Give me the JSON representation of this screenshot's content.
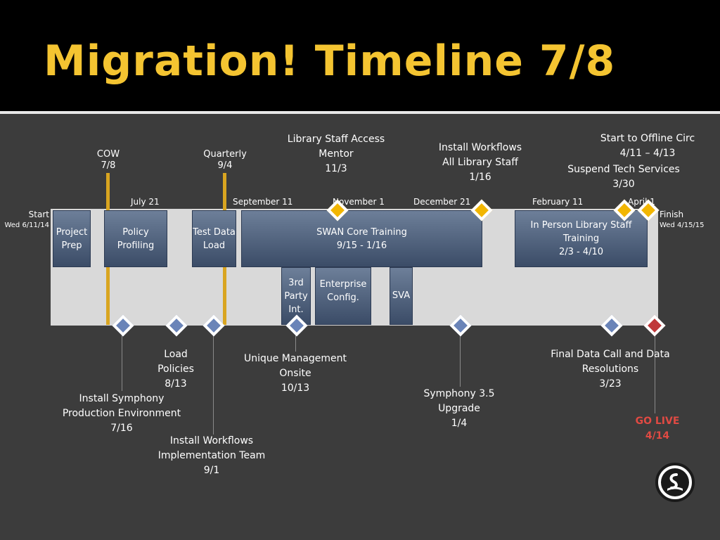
{
  "title": "Migration! Timeline 7/8",
  "start": {
    "label": "Start",
    "date": "Wed 6/11/14"
  },
  "finish": {
    "label": "Finish",
    "date": "Wed 4/15/15"
  },
  "ticks": [
    "July 21",
    "September 11",
    "November 1",
    "December 21",
    "February 11",
    "April 1"
  ],
  "bars": [
    {
      "id": "project-prep",
      "lines": [
        "Project",
        "Prep"
      ]
    },
    {
      "id": "policy-profiling",
      "lines": [
        "Policy",
        "Profiling"
      ]
    },
    {
      "id": "test-data-load",
      "lines": [
        "Test Data",
        "Load"
      ]
    },
    {
      "id": "swan-core-training",
      "lines": [
        "SWAN Core Training",
        "9/15 - 1/16"
      ]
    },
    {
      "id": "in-person-training",
      "lines": [
        "In Person Library Staff",
        "Training",
        "2/3 - 4/10"
      ]
    },
    {
      "id": "third-party",
      "lines": [
        "3rd",
        "Party",
        "Int."
      ]
    },
    {
      "id": "enterprise-config",
      "lines": [
        "Enterprise",
        "Config."
      ]
    },
    {
      "id": "sva",
      "lines": [
        "SVA"
      ]
    }
  ],
  "markers_above": [
    {
      "id": "cow",
      "lines": [
        "COW",
        "7/8"
      ]
    },
    {
      "id": "quarterly",
      "lines": [
        "Quarterly",
        "9/4"
      ]
    },
    {
      "id": "staff-access",
      "lines": [
        "Library Staff Access",
        "Mentor",
        "11/3"
      ]
    },
    {
      "id": "install-workflows-all",
      "lines": [
        "Install Workflows",
        "All Library Staff",
        "1/16"
      ]
    },
    {
      "id": "suspend-tech",
      "lines": [
        "Suspend Tech Services",
        "3/30"
      ]
    },
    {
      "id": "offline-circ",
      "lines": [
        "Start to Offline Circ",
        "4/11 – 4/13"
      ]
    }
  ],
  "markers_below": [
    {
      "id": "install-symphony",
      "lines": [
        "Install Symphony",
        "Production Environment",
        "7/16"
      ]
    },
    {
      "id": "load-policies",
      "lines": [
        "Load",
        "Policies",
        "8/13"
      ]
    },
    {
      "id": "install-workflows-impl",
      "lines": [
        "Install Workflows",
        "Implementation Team",
        "9/1"
      ]
    },
    {
      "id": "unique-management",
      "lines": [
        "Unique Management",
        "Onsite",
        "10/13"
      ]
    },
    {
      "id": "symphony-upgrade",
      "lines": [
        "Symphony 3.5",
        "Upgrade",
        "1/4"
      ]
    },
    {
      "id": "final-data-call",
      "lines": [
        "Final Data Call and Data",
        "Resolutions",
        "3/23"
      ]
    },
    {
      "id": "go-live",
      "lines": [
        "GO LIVE",
        "4/14"
      ]
    }
  ],
  "colors": {
    "title": "#f4c431",
    "bar": "#4a5b78",
    "gold_diamond": "#f2b600",
    "blue_diamond": "#6a84b8",
    "go_live": "#e04a43"
  }
}
